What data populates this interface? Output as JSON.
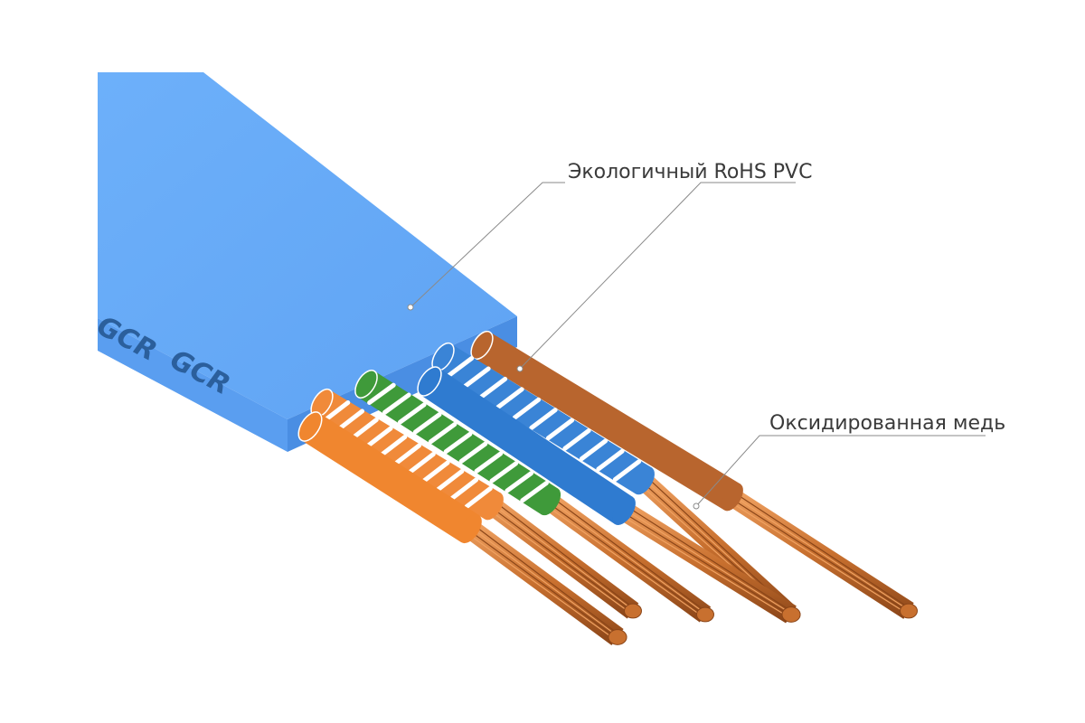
{
  "labels": {
    "insulation": "Экологичный RoHS PVC",
    "conductor": "Оксидированная медь"
  },
  "brand": "GCR",
  "colors": {
    "jacket_top": "#67aaf7",
    "jacket_front": "#4f92e6",
    "jacket_side": "#5a9ef0",
    "brand_text": "#2b5f9c",
    "copper": "#c8702f",
    "copper_dark": "#8a4518",
    "copper_light": "#f0a262",
    "callout_line": "#8a8a8a",
    "label_text": "#3a3a3a"
  },
  "wires": [
    {
      "name": "orange-white",
      "base": "#f08a3a",
      "stripe": "#ffffff",
      "striped": true
    },
    {
      "name": "orange",
      "base": "#f0862f",
      "striped": false
    },
    {
      "name": "green-white",
      "base": "#3f9a3a",
      "stripe": "#ffffff",
      "striped": true
    },
    {
      "name": "blue-white",
      "base": "#3a84d6",
      "stripe": "#ffffff",
      "striped": true
    },
    {
      "name": "blue",
      "base": "#2f7bd0",
      "striped": false
    },
    {
      "name": "brown",
      "base": "#b8652e",
      "striped": false
    }
  ]
}
